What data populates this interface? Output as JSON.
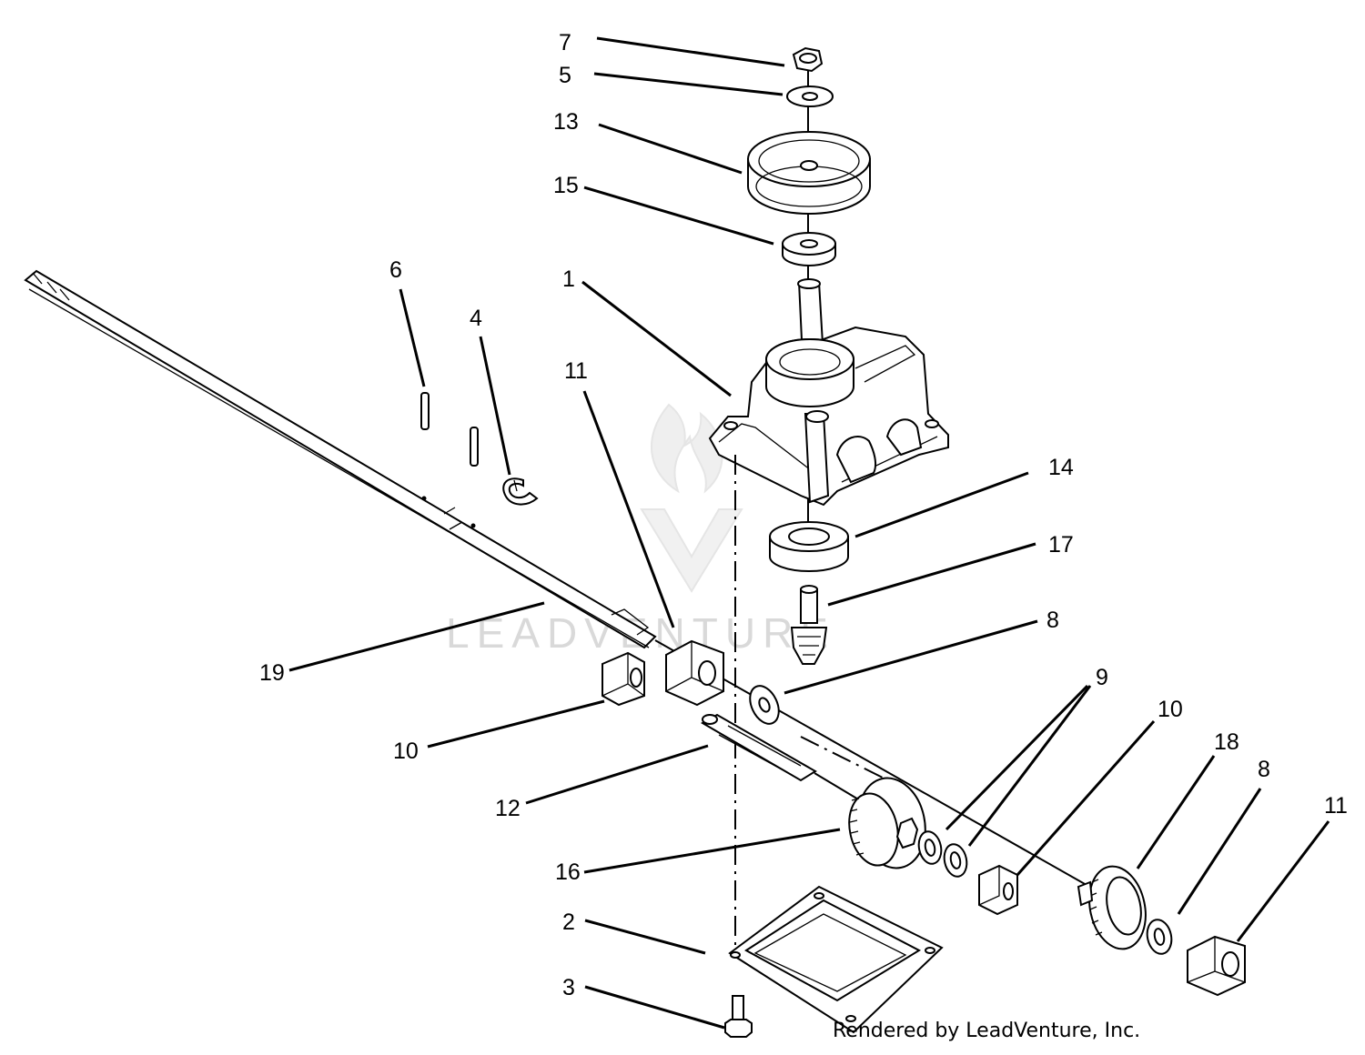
{
  "diagram": {
    "callouts": [
      {
        "id": "c7",
        "label": "7"
      },
      {
        "id": "c5",
        "label": "5"
      },
      {
        "id": "c13",
        "label": "13"
      },
      {
        "id": "c15",
        "label": "15"
      },
      {
        "id": "c1",
        "label": "1"
      },
      {
        "id": "c6",
        "label": "6"
      },
      {
        "id": "c4",
        "label": "4"
      },
      {
        "id": "c11a",
        "label": "11"
      },
      {
        "id": "c14",
        "label": "14"
      },
      {
        "id": "c17",
        "label": "17"
      },
      {
        "id": "c8a",
        "label": "8"
      },
      {
        "id": "c19",
        "label": "19"
      },
      {
        "id": "c9",
        "label": "9"
      },
      {
        "id": "c10a",
        "label": "10"
      },
      {
        "id": "c10b",
        "label": "10"
      },
      {
        "id": "c18",
        "label": "18"
      },
      {
        "id": "c8b",
        "label": "8"
      },
      {
        "id": "c11b",
        "label": "11"
      },
      {
        "id": "c12",
        "label": "12"
      },
      {
        "id": "c16",
        "label": "16"
      },
      {
        "id": "c2",
        "label": "2"
      },
      {
        "id": "c3",
        "label": "3"
      }
    ],
    "watermark": "LEADVENTURE",
    "credit": "Rendered by LeadVenture, Inc."
  }
}
